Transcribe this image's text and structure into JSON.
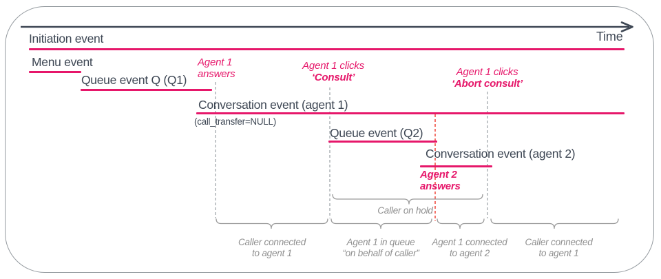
{
  "colors": {
    "accent_pink": "#e6176a",
    "accent_red": "#ee3a2d",
    "text_dark": "#3e4754",
    "muted_gray": "#8f8f8f",
    "bracket_gray": "#9b9b9b"
  },
  "time_axis": {
    "label": "Time"
  },
  "events": [
    {
      "name": "initiation",
      "label": "Initiation event"
    },
    {
      "name": "menu",
      "label": "Menu event"
    },
    {
      "name": "queue-q1",
      "label": "Queue event Q (Q1)"
    },
    {
      "name": "conversation-agent1",
      "label": "Conversation event (agent 1)",
      "sublabel": "(call_transfer=NULL)"
    },
    {
      "name": "queue-q2",
      "label": "Queue event (Q2)"
    },
    {
      "name": "conversation-agent2",
      "label": "Conversation event (agent 2)"
    }
  ],
  "annotations": [
    {
      "name": "agent1-answers",
      "line1": "Agent 1",
      "line2": "answers"
    },
    {
      "name": "agent1-clicks-consult",
      "line1": "Agent 1 clicks",
      "line2": "‘Consult’"
    },
    {
      "name": "agent1-clicks-abort-consult",
      "line1": "Agent 1 clicks",
      "line2": "‘Abort consult’"
    },
    {
      "name": "agent2-answers",
      "line1": "Agent 2",
      "line2": "answers"
    }
  ],
  "phases": {
    "caller_on_hold": {
      "label": "Caller on hold"
    },
    "bottom": [
      {
        "line1": "Caller connected",
        "line2": "to agent 1"
      },
      {
        "line1": "Agent 1 in queue",
        "line2": "“on behalf of caller”"
      },
      {
        "line1": "Agent 1 connected",
        "line2": "to agent 2"
      },
      {
        "line1": "Caller connected",
        "line2": "to agent 1"
      }
    ]
  }
}
